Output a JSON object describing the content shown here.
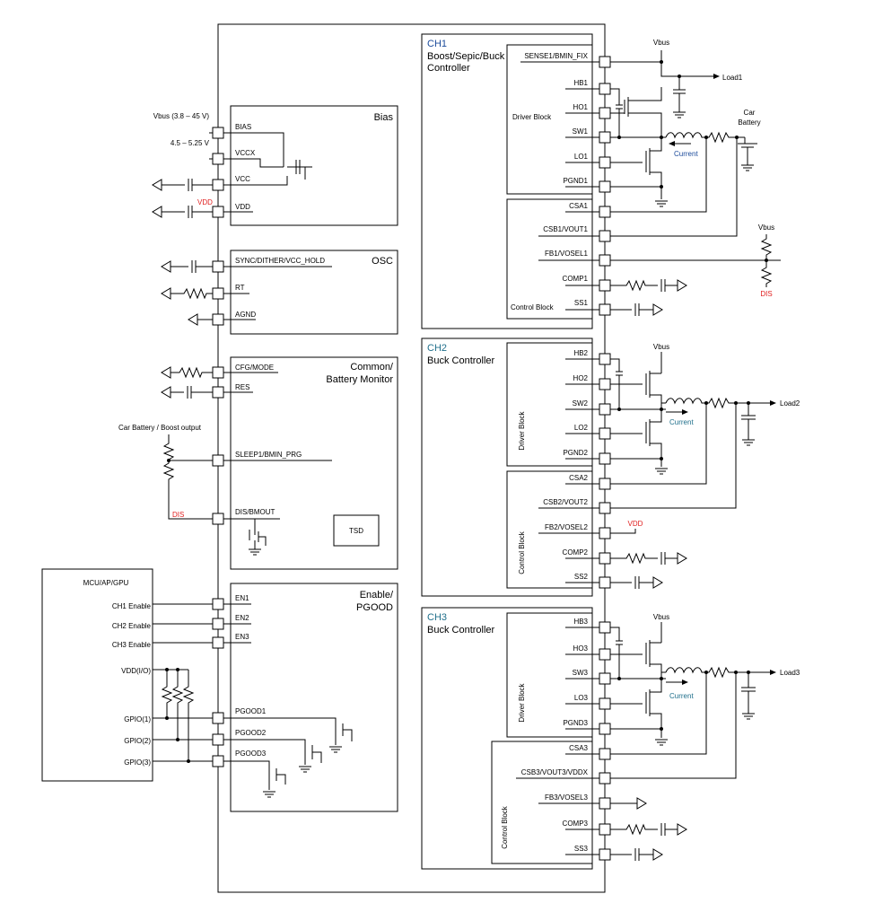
{
  "chip": {
    "blocks": {
      "bias": "Bias",
      "osc": "OSC",
      "common_1": "Common/",
      "common_2": "Battery Monitor",
      "enable_1": "Enable/",
      "enable_2": "PGOOD",
      "tsd": "TSD"
    },
    "left_pins": {
      "bias": "BIAS",
      "vccx": "VCCX",
      "vcc": "VCC",
      "vdd": "VDD",
      "sync": "SYNC/DITHER/VCC_HOLD",
      "rt": "RT",
      "agnd": "AGND",
      "cfg": "CFG/MODE",
      "res": "RES",
      "sleep": "SLEEP1/BMIN_PRG",
      "dis": "DIS/BMOUT",
      "en1": "EN1",
      "en2": "EN2",
      "en3": "EN3",
      "pgood1": "PGOOD1",
      "pgood2": "PGOOD2",
      "pgood3": "PGOOD3"
    }
  },
  "ch1": {
    "title": "CH1",
    "name_1": "Boost/Sepic/Buck",
    "name_2": "Controller",
    "driver": "Driver Block",
    "control": "Control Block",
    "pins": {
      "sense": "SENSE1/BMIN_FIX",
      "hb": "HB1",
      "ho": "HO1",
      "sw": "SW1",
      "lo": "LO1",
      "pgnd": "PGND1",
      "csa": "CSA1",
      "csb": "CSB1/VOUT1",
      "fb": "FB1/VOSEL1",
      "comp": "COMP1",
      "ss": "SS1"
    },
    "load": "Load1",
    "battery_1": "Car",
    "battery_2": "Battery",
    "current": "Current",
    "vbus": "Vbus",
    "fb_vbus": "Vbus",
    "dis": "DIS"
  },
  "ch2": {
    "title": "CH2",
    "name_1": "Buck Controller",
    "driver": "Driver Block",
    "control": "Control Block",
    "pins": {
      "hb": "HB2",
      "ho": "HO2",
      "sw": "SW2",
      "lo": "LO2",
      "pgnd": "PGND2",
      "csa": "CSA2",
      "csb": "CSB2/VOUT2",
      "fb": "FB2/VOSEL2",
      "comp": "COMP2",
      "ss": "SS2"
    },
    "load": "Load2",
    "current": "Current",
    "vbus": "Vbus",
    "vdd": "VDD"
  },
  "ch3": {
    "title": "CH3",
    "name_1": "Buck Controller",
    "driver": "Driver Block",
    "control": "Control Block",
    "pins": {
      "hb": "HB3",
      "ho": "HO3",
      "sw": "SW3",
      "lo": "LO3",
      "pgnd": "PGND3",
      "csa": "CSA3",
      "csb": "CSB3/VOUT3/VDDX",
      "fb": "FB3/VOSEL3",
      "comp": "COMP3",
      "ss": "SS3"
    },
    "load": "Load3",
    "current": "Current",
    "vbus": "Vbus"
  },
  "external": {
    "vbus_range": "Vbus (3.8 – 45 V)",
    "vcc_range": "4.5 – 5.25 V",
    "vdd": "VDD",
    "car_battery": "Car Battery / Boost output",
    "dis": "DIS"
  },
  "mcu": {
    "title": "MCU/AP/GPU",
    "ch1_enable": "CH1 Enable",
    "ch2_enable": "CH2 Enable",
    "ch3_enable": "CH3 Enable",
    "vdd_io": "VDD(I/O)",
    "gpio1": "GPIO(1)",
    "gpio2": "GPIO(2)",
    "gpio3": "GPIO(3)"
  },
  "colors": {
    "channel_title": "#1a4a9a",
    "warning_label": "#e02020",
    "current_label": "#1f6f8b"
  }
}
